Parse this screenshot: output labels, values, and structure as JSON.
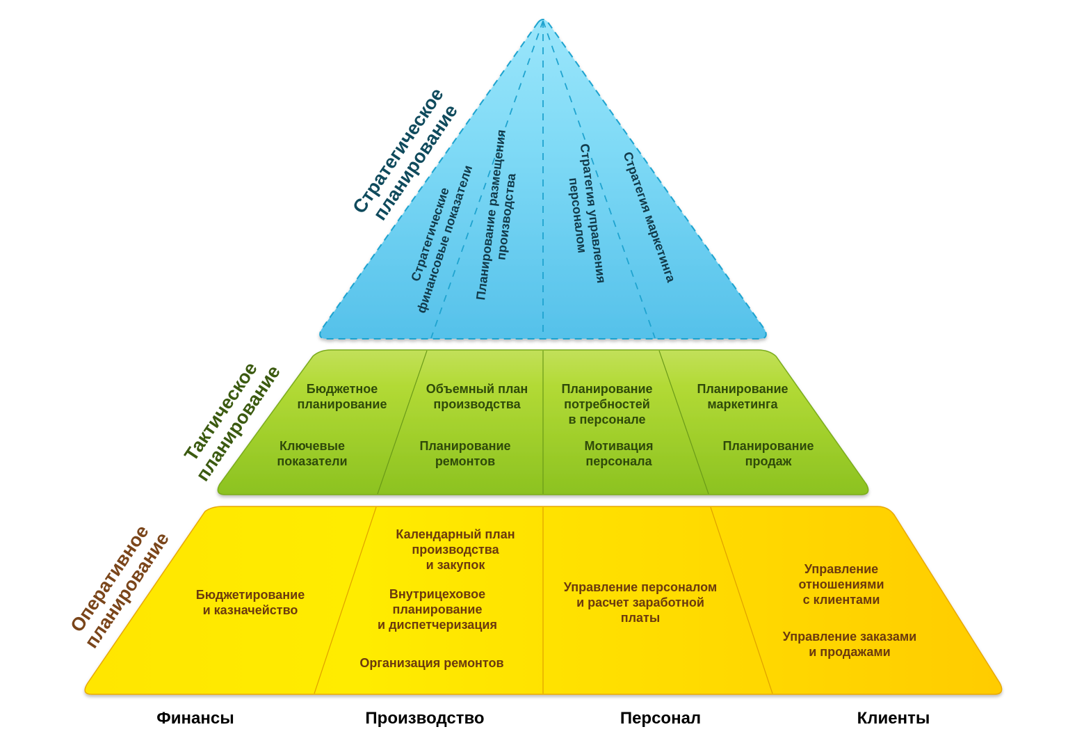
{
  "title": "Пирамида планирования",
  "colors": {
    "strategic": "#5cc6ec",
    "tactical": "#94c82a",
    "operational": "#ffe000",
    "strategic_text": "#123a4a",
    "tactical_text": "#2f4a0a",
    "operational_text": "#6b3a0e"
  },
  "levels": {
    "strategic": {
      "label_lines": [
        "Стратегическое",
        "планирование"
      ]
    },
    "tactical": {
      "label_lines": [
        "Тактическое",
        "планирование"
      ]
    },
    "operational": {
      "label_lines": [
        "Оперативное",
        "планирование"
      ]
    }
  },
  "strategic_items": [
    {
      "lines": [
        "Стратегические",
        "финансовые показатели"
      ]
    },
    {
      "lines": [
        "Планирование размещения",
        "производства"
      ]
    },
    {
      "lines": [
        "Стратегия управления",
        "персоналом"
      ]
    },
    {
      "lines": [
        "Стратегия маркетинга"
      ]
    }
  ],
  "tactical_items": [
    [
      {
        "lines": [
          "Бюджетное",
          "планирование"
        ]
      },
      {
        "lines": [
          "Ключевые",
          "показатели"
        ]
      }
    ],
    [
      {
        "lines": [
          "Объемный план",
          "производства"
        ]
      },
      {
        "lines": [
          "Планирование",
          "ремонтов"
        ]
      }
    ],
    [
      {
        "lines": [
          "Планирование",
          "потребностей",
          "в персонале"
        ]
      },
      {
        "lines": [
          "Мотивация",
          "персонала"
        ]
      }
    ],
    [
      {
        "lines": [
          "Планирование",
          "маркетинга"
        ]
      },
      {
        "lines": [
          "Планирование",
          "продаж"
        ]
      }
    ]
  ],
  "operational_items": [
    [
      {
        "lines": [
          "Бюджетирование",
          "и казначейство"
        ]
      }
    ],
    [
      {
        "lines": [
          "Календарный план",
          "производства",
          "и закупок"
        ]
      },
      {
        "lines": [
          "Внутрицеховое",
          "планирование",
          "и диспетчеризация"
        ]
      },
      {
        "lines": [
          "Организация ремонтов"
        ]
      }
    ],
    [
      {
        "lines": [
          "Управление персоналом",
          "и расчет заработной",
          "платы"
        ]
      }
    ],
    [
      {
        "lines": [
          "Управление",
          "отношениями",
          "с клиентами"
        ]
      },
      {
        "lines": [
          "Управление заказами",
          "и продажами"
        ]
      }
    ]
  ],
  "columns": [
    "Финансы",
    "Производство",
    "Персонал",
    "Клиенты"
  ]
}
